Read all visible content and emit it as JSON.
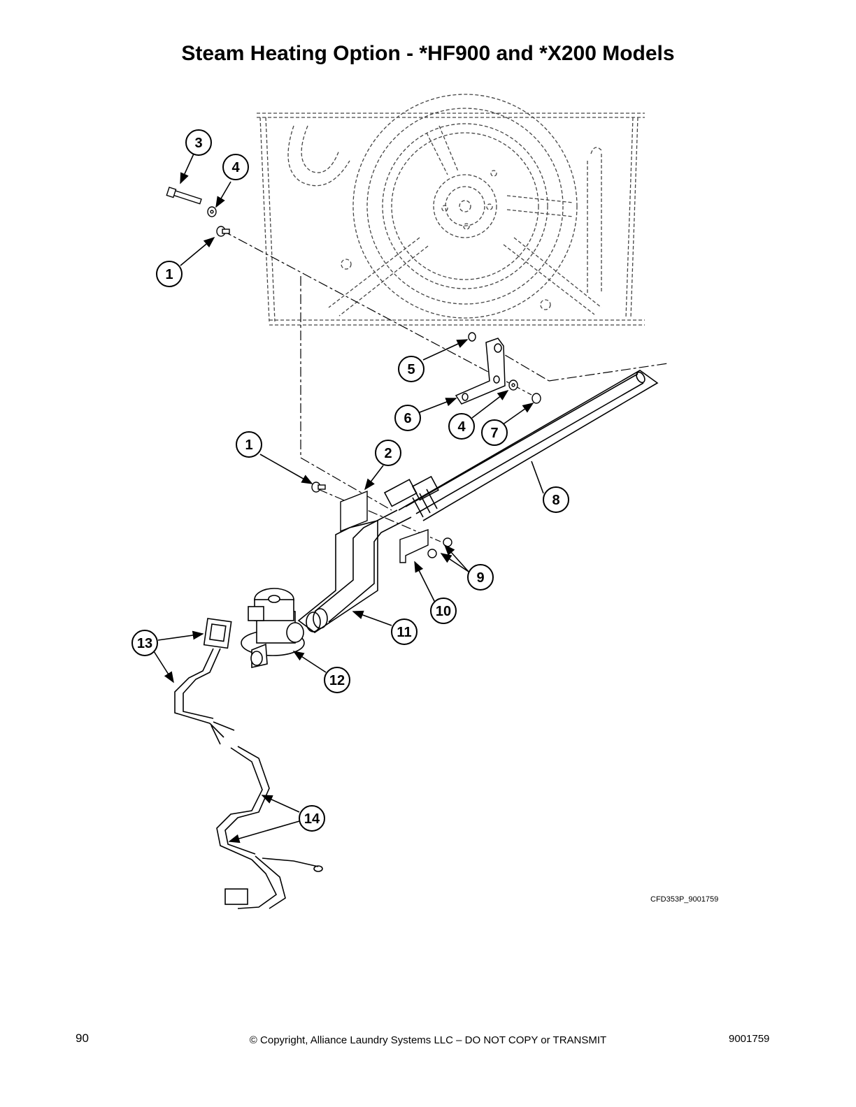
{
  "page": {
    "title": "Steam Heating Option - *HF900 and *X200 Models",
    "figure_id": "CFD353P_9001759",
    "page_number": "90",
    "copyright": "© Copyright, Alliance Laundry Systems LLC – DO NOT COPY or TRANSMIT",
    "doc_number": "9001759"
  },
  "callouts": [
    "3",
    "4",
    "1",
    "5",
    "6",
    "4",
    "7",
    "1",
    "2",
    "8",
    "9",
    "10",
    "11",
    "12",
    "13",
    "14"
  ]
}
